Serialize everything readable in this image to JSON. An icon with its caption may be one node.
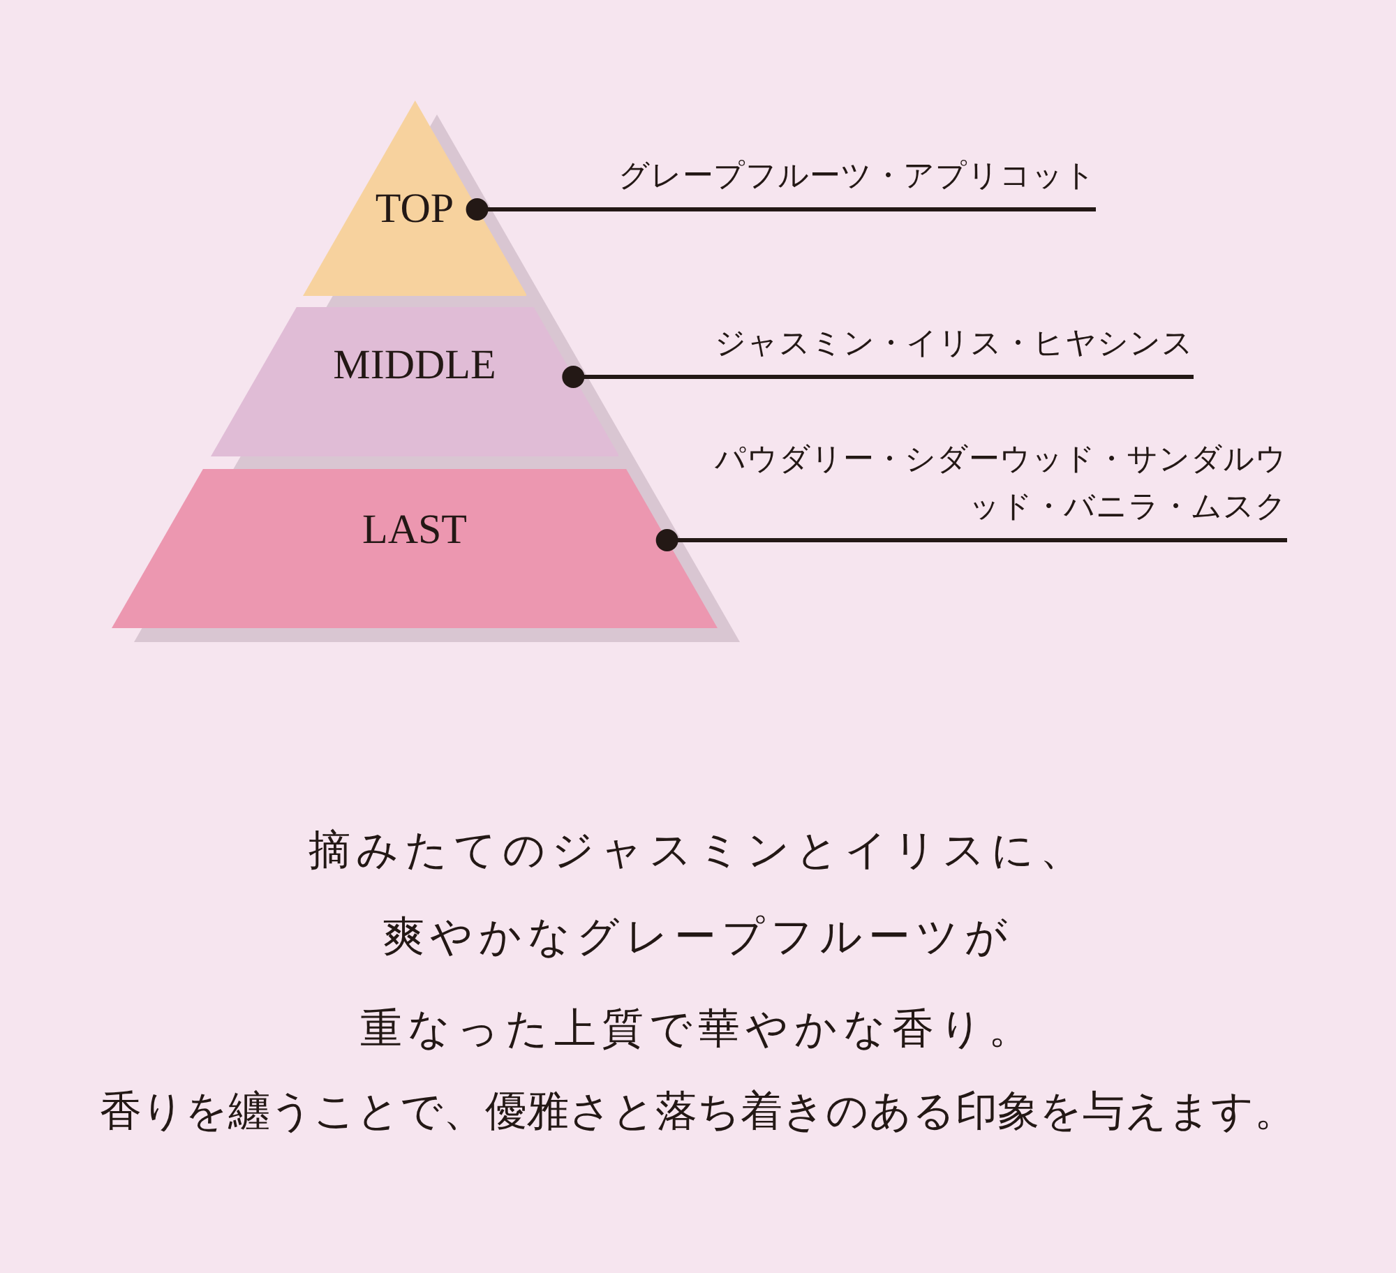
{
  "diagram": {
    "nodes": [
      {
        "text": [
          "TOP"
        ]
      },
      {
        "text": [
          "MIDDLE"
        ]
      },
      {
        "text": [
          "LAST"
        ]
      },
      {
        "text": [
          "グレープフルーツ・アプリコット"
        ]
      },
      {
        "text": [
          "ジャスミン・イリス・ヒヤシンス"
        ]
      },
      {
        "text": [
          "パウダリー・シダーウッド・サンダルウッド・バニラ・ムスク"
        ]
      }
    ],
    "edges": [
      {
        "from": 3,
        "to": 0,
        "arrow": "other"
      },
      {
        "from": 4,
        "to": 1,
        "arrow": "other"
      },
      {
        "from": 5,
        "to": 2,
        "arrow": "other"
      }
    ],
    "labels": [
      "摘みたてのジャスミンとイリスに、",
      "爽やかなグレープフルーツが",
      "重なった上質で華やかな香り。",
      "香りを纏うことで、優雅さと落ち着きのある印象を与えます。"
    ]
  }
}
